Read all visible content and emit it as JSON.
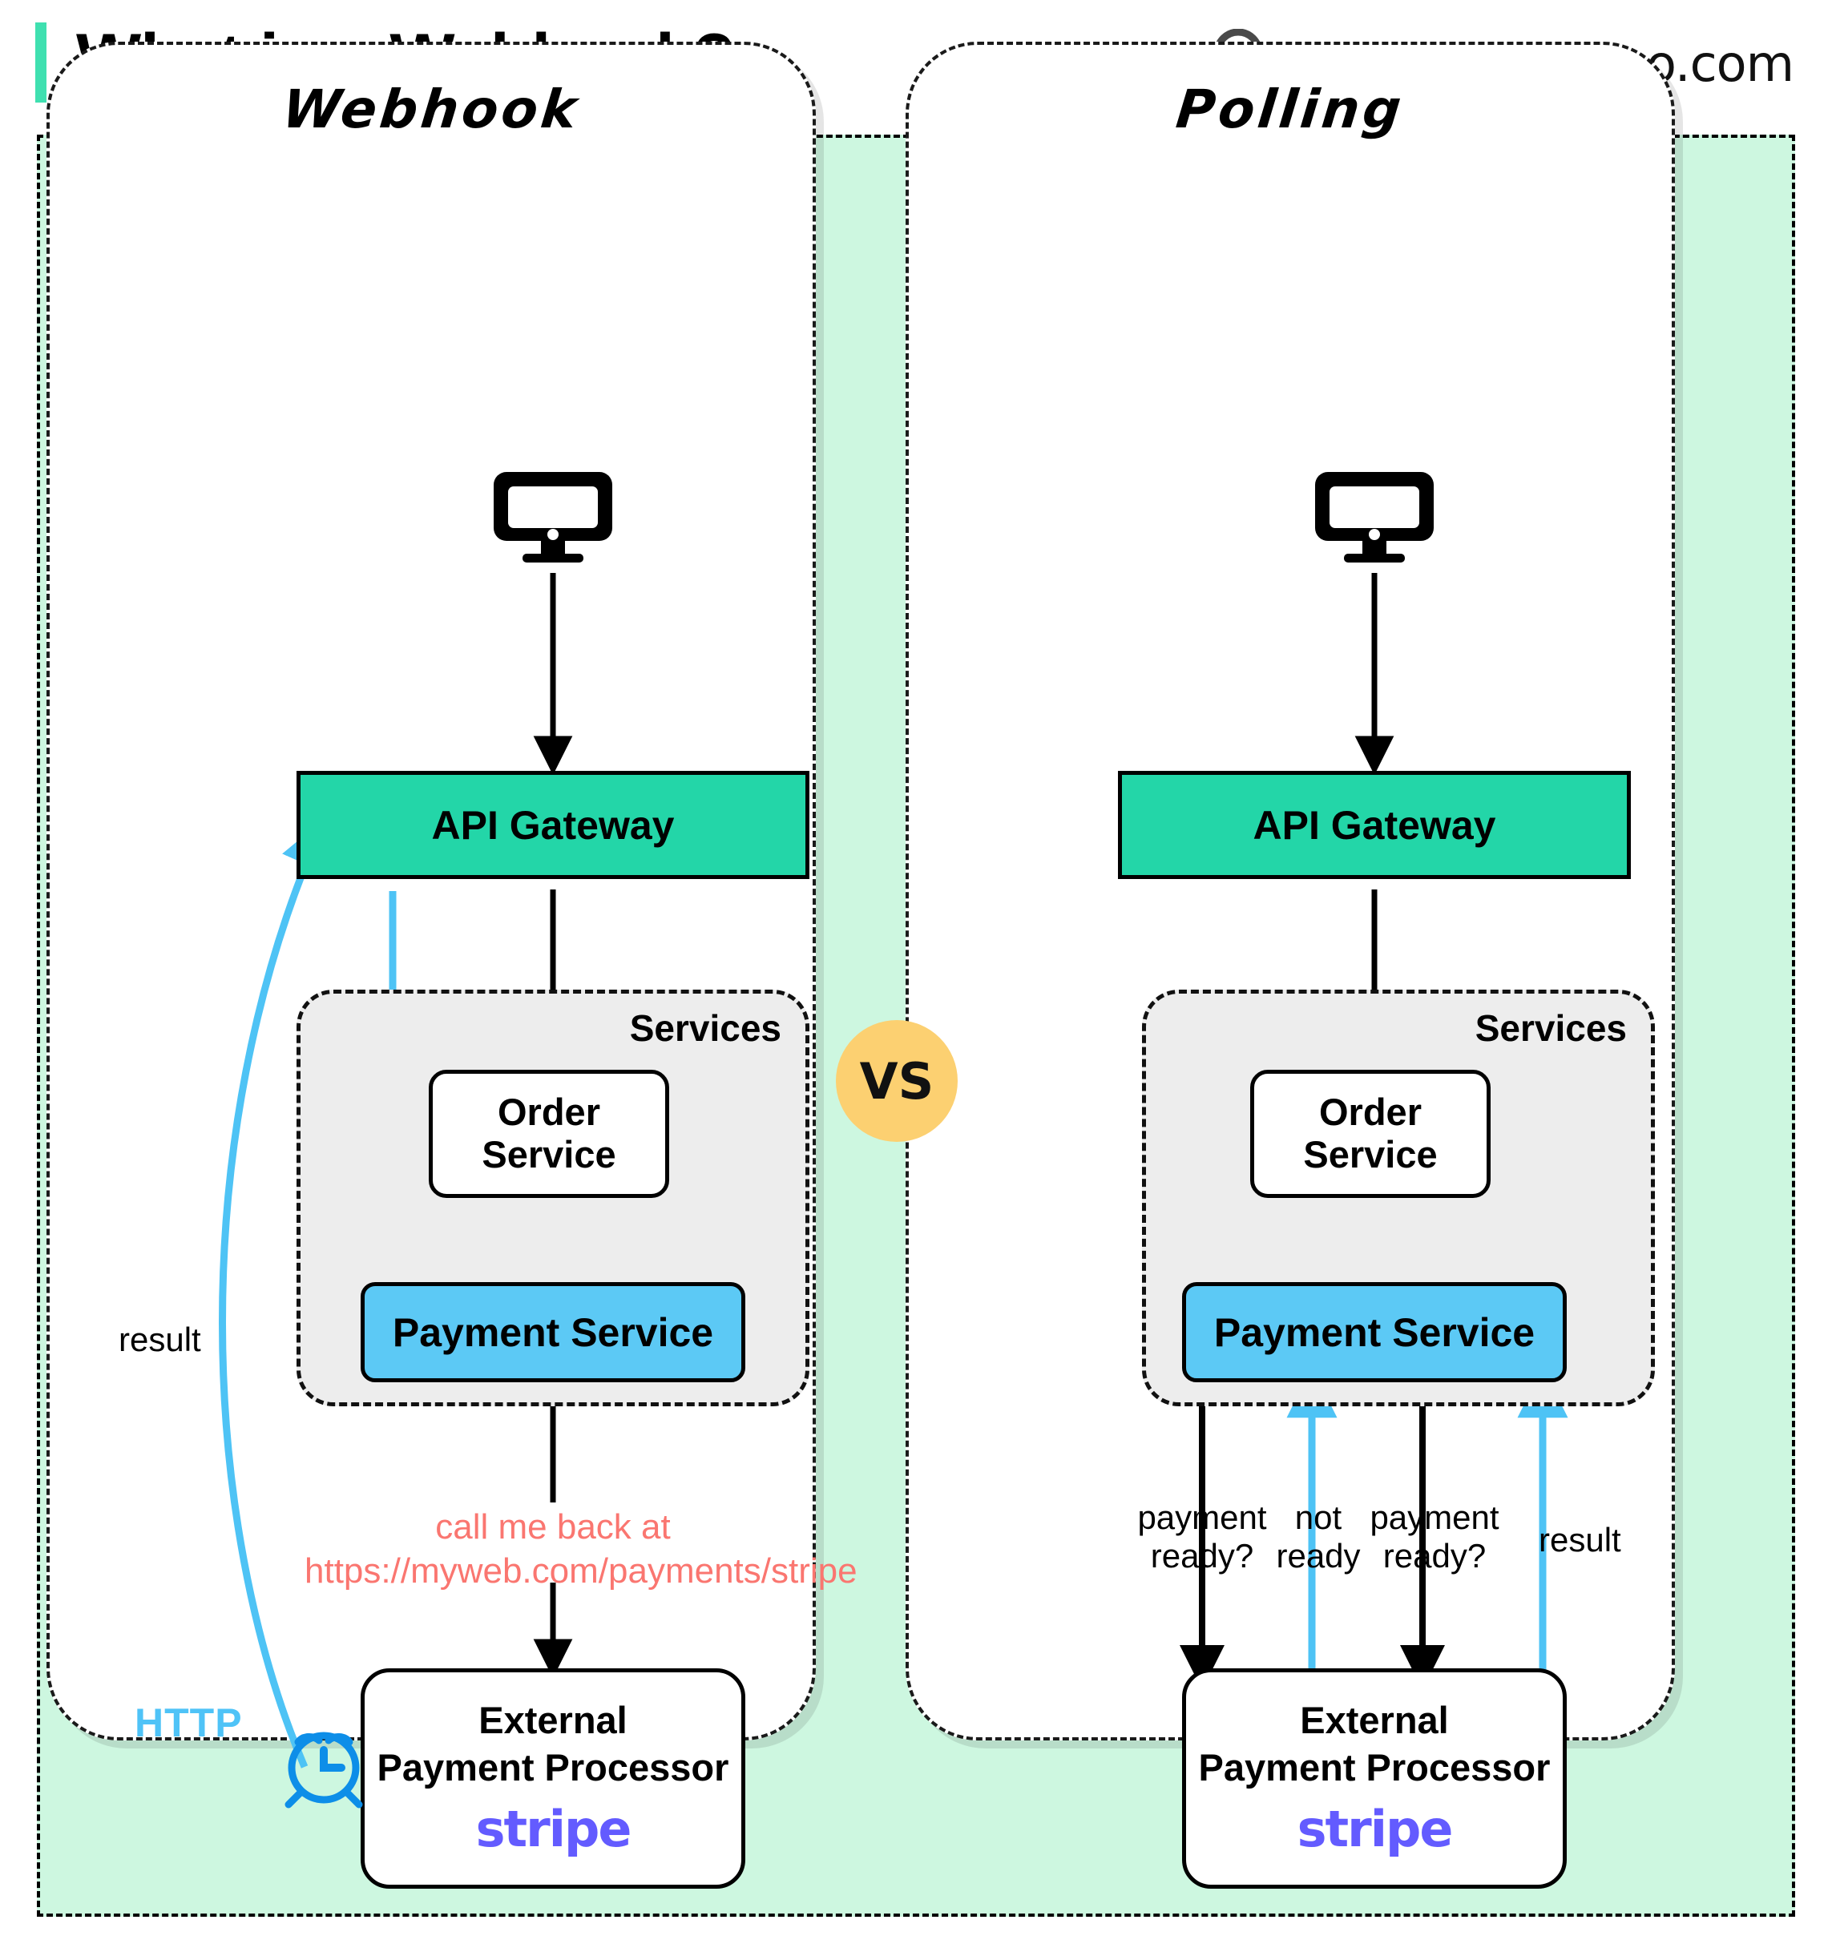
{
  "header": {
    "title": "What is a Webhook?",
    "brand": "blog.bytebytego.com",
    "accent_color": "#3fe0b0",
    "logo_icon": "bytebytego-leaf-icon"
  },
  "diagram": {
    "background_color": "#cdf7e0",
    "vs_badge": {
      "label": "VS",
      "color": "#fcd071"
    },
    "panels": [
      {
        "id": "webhook",
        "title": "Webhook",
        "client_icon": "monitor-icon",
        "nodes": {
          "gateway": {
            "label": "API Gateway",
            "color": "#23d6a8"
          },
          "services_group": {
            "label": "Services",
            "color": "#ededed"
          },
          "order_service": {
            "label_line1": "Order",
            "label_line2": "Service",
            "color": "#ffffff"
          },
          "payment_service": {
            "label": "Payment Service",
            "color": "#5cc9f5"
          },
          "processor": {
            "label_line1": "External",
            "label_line2": "Payment Processor",
            "logo": "stripe",
            "logo_color": "#635bff"
          }
        },
        "annotations": {
          "callback_line1": "call me back at",
          "callback_line2": "https://myweb.com/payments/stripe",
          "callback_color": "#fa7670",
          "result": "result",
          "http": "HTTP",
          "http_color": "#4fc3f7",
          "clock_icon": "alarm-clock-icon"
        }
      },
      {
        "id": "polling",
        "title": "Polling",
        "client_icon": "monitor-icon",
        "nodes": {
          "gateway": {
            "label": "API Gateway",
            "color": "#23d6a8"
          },
          "services_group": {
            "label": "Services",
            "color": "#ededed"
          },
          "order_service": {
            "label_line1": "Order",
            "label_line2": "Service",
            "color": "#ffffff"
          },
          "payment_service": {
            "label": "Payment Service",
            "color": "#5cc9f5"
          },
          "processor": {
            "label_line1": "External",
            "label_line2": "Payment Processor",
            "logo": "stripe",
            "logo_color": "#635bff"
          }
        },
        "annotations": {
          "poll1_line1": "payment",
          "poll1_line2": "ready?",
          "poll2_line1": "not",
          "poll2_line2": "ready",
          "poll3_line1": "payment",
          "poll3_line2": "ready?",
          "poll4": "result"
        }
      }
    ]
  }
}
